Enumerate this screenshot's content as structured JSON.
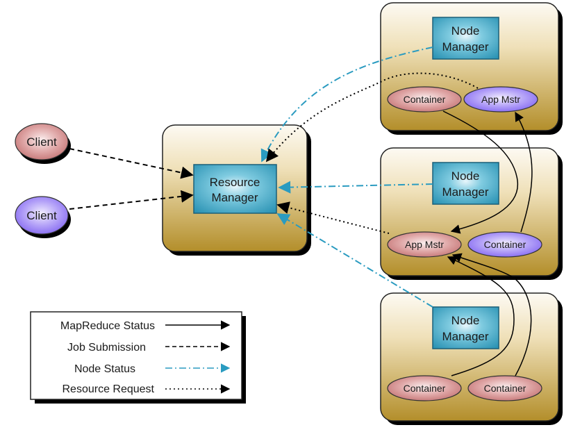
{
  "diagram": {
    "title": "YARN Architecture",
    "resource_manager": {
      "label_line1": "Resource",
      "label_line2": "Manager"
    },
    "clients": [
      {
        "label": "Client",
        "color": "red"
      },
      {
        "label": "Client",
        "color": "purple"
      }
    ],
    "nodes": [
      {
        "node_manager": {
          "label_line1": "Node",
          "label_line2": "Manager"
        },
        "items": [
          {
            "label": "Container",
            "color": "red"
          },
          {
            "label": "App Mstr",
            "color": "purple"
          }
        ]
      },
      {
        "node_manager": {
          "label_line1": "Node",
          "label_line2": "Manager"
        },
        "items": [
          {
            "label": "App Mstr",
            "color": "red"
          },
          {
            "label": "Container",
            "color": "purple"
          }
        ]
      },
      {
        "node_manager": {
          "label_line1": "Node",
          "label_line2": "Manager"
        },
        "items": [
          {
            "label": "Container",
            "color": "red"
          },
          {
            "label": "Container",
            "color": "red"
          }
        ]
      }
    ],
    "legend": [
      {
        "label": "MapReduce Status",
        "style": "solid",
        "color": "#000000"
      },
      {
        "label": "Job Submission",
        "style": "dashed",
        "color": "#000000"
      },
      {
        "label": "Node Status",
        "style": "dash-dot",
        "color": "#2a9bc0"
      },
      {
        "label": "Resource Request",
        "style": "dotted",
        "color": "#000000"
      }
    ],
    "colors": {
      "box_top": "#fbf7ee",
      "box_bottom": "#b8952f",
      "manager_fill": "#3fa9c8",
      "red_ellipse": "#c97a7a",
      "purple_ellipse": "#8a6ef0",
      "node_status": "#2a9bc0"
    }
  }
}
